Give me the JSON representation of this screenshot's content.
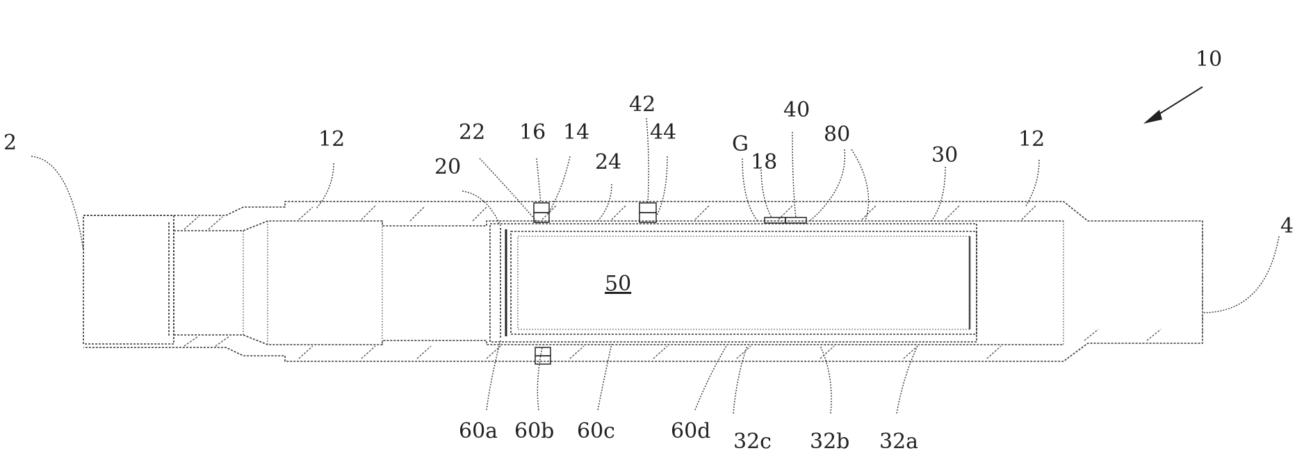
{
  "labels": {
    "l10": "10",
    "l2": "2",
    "l4": "4",
    "l12a": "12",
    "l12b": "12",
    "l20": "20",
    "l22": "22",
    "l16": "16",
    "l14": "14",
    "l24": "24",
    "l42": "42",
    "l44": "44",
    "lG": "G",
    "l18": "18",
    "l40": "40",
    "l80": "80",
    "l30": "30",
    "l50": "50",
    "l60a": "60a",
    "l60b": "60b",
    "l60c": "60c",
    "l60d": "60d",
    "l32c": "32c",
    "l32b": "32b",
    "l32a": "32a"
  },
  "colors": {
    "line": "#333333",
    "hatch": "#555555",
    "background": "#ffffff"
  }
}
